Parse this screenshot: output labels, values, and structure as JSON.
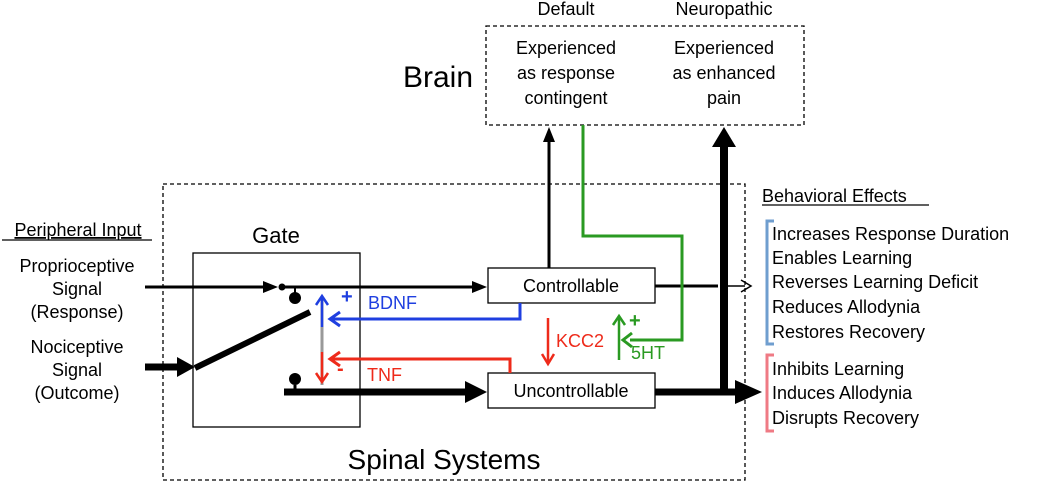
{
  "brain": {
    "label": "Brain",
    "default_heading": "Default",
    "neuropathic_heading": "Neuropathic",
    "default_text": [
      "Experienced",
      "as response",
      "contingent"
    ],
    "neuropathic_text": [
      "Experienced",
      "as enhanced",
      "pain"
    ]
  },
  "spinal": {
    "label": "Spinal Systems"
  },
  "peripheral": {
    "heading": "Peripheral Input",
    "proprioceptive": [
      "Proprioceptive",
      "Signal",
      "(Response)"
    ],
    "nociceptive": [
      "Nociceptive",
      "Signal",
      "(Outcome)"
    ]
  },
  "gate": {
    "label": "Gate"
  },
  "boxes": {
    "controllable": "Controllable",
    "uncontrollable": "Uncontrollable"
  },
  "modulators": {
    "bdnf": "BDNF",
    "bdnf_sign": "+",
    "tnf": "TNF",
    "tnf_sign": "-",
    "kcc2": "KCC2",
    "serotonin": "5HT",
    "serotonin_sign": "+"
  },
  "effects": {
    "heading": "Behavioral Effects",
    "controllable": [
      "Increases Response Duration",
      "Enables Learning",
      "Reverses Learning Deficit",
      "Reduces Allodynia",
      "Restores Recovery"
    ],
    "uncontrollable": [
      "Inhibits Learning",
      "Induces Allodynia",
      "Disrupts Recovery"
    ]
  },
  "colors": {
    "bdnf": "#1f3fe0",
    "tnf": "#ee2a1a",
    "serotonin": "#2a9a22",
    "controllable_bracket": "#6f9ecf",
    "uncontrollable_bracket": "#ef7a84",
    "gate_gray": "#999999"
  }
}
